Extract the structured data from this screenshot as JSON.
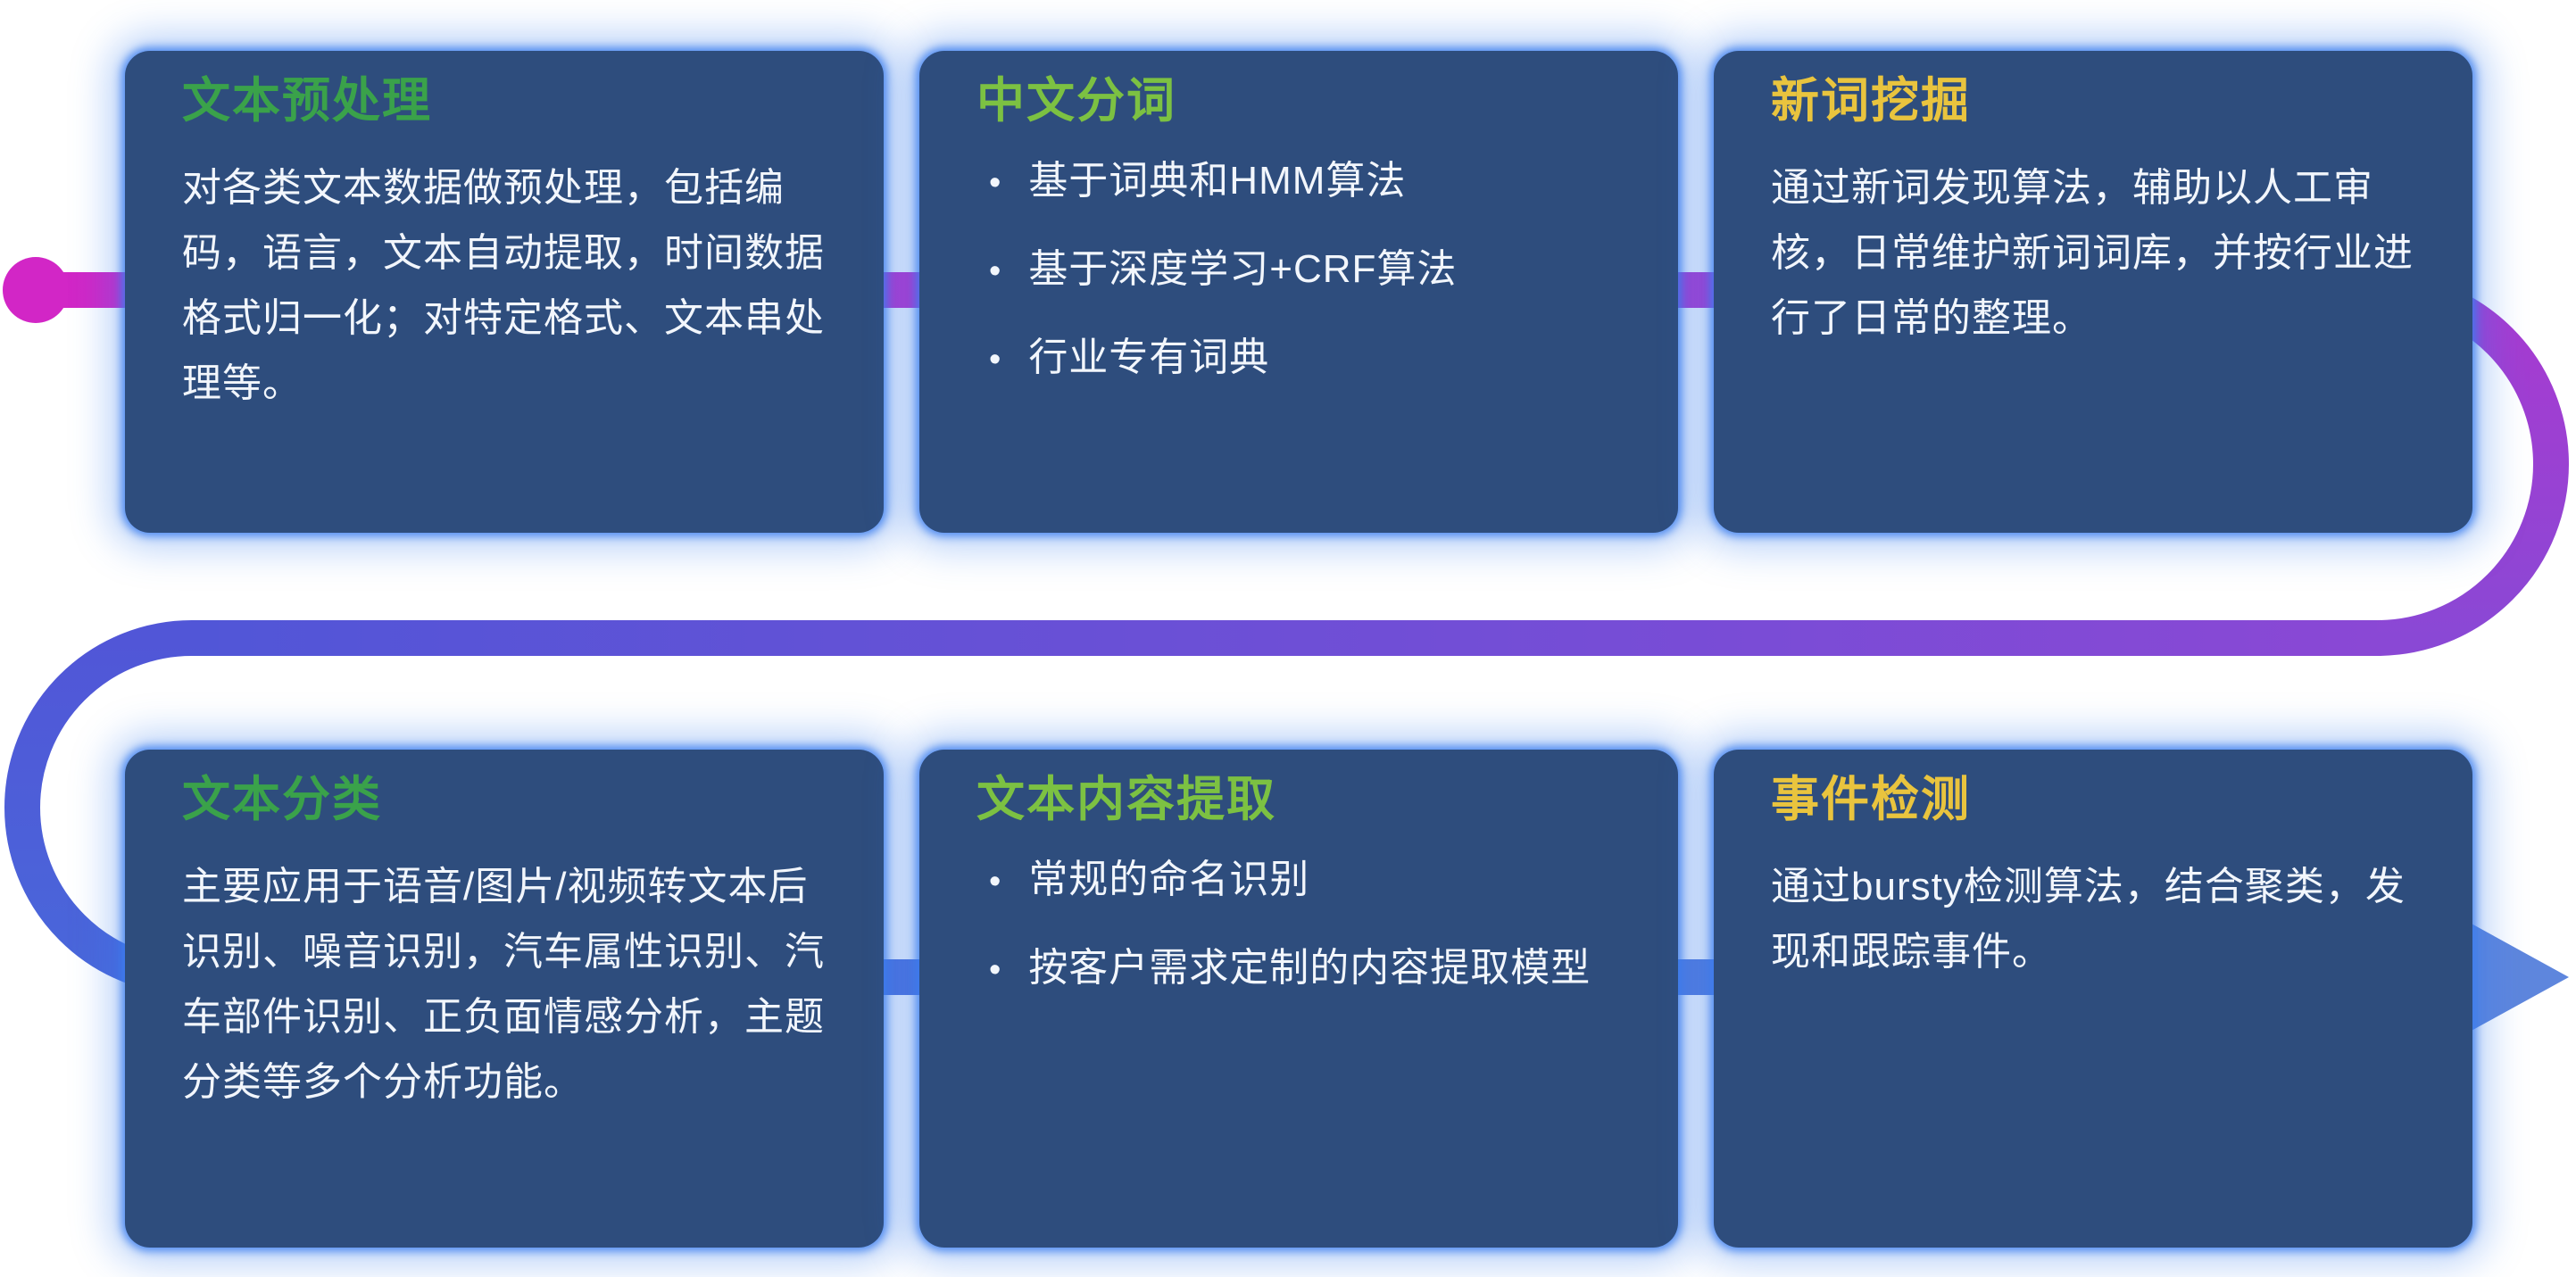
{
  "theme": {
    "page_bg": "#ffffff",
    "card_bg": "#2e4d7d",
    "card_glow": "#3a7dee",
    "body_text": "#f2f6fc"
  },
  "flow": {
    "dot_color": "#d226c6",
    "arrow_color": "#5e86dd",
    "gradients": {
      "top": [
        "#d226c6",
        "#a93ad0"
      ],
      "right_curve": [
        "#a93ad0",
        "#8a48d5"
      ],
      "middle": [
        "#8a48d5",
        "#5156d7"
      ],
      "left_curve": [
        "#5156d7",
        "#4967da"
      ],
      "bottom": [
        "#4967da",
        "#5e86dd"
      ]
    }
  },
  "cards": [
    {
      "title": "文本预处理",
      "title_color": "#3aa24a",
      "body": "对各类文本数据做预处理，包括编码，语言，文本自动提取，时间数据格式归一化；对特定格式、文本串处理等。"
    },
    {
      "title": "中文分词",
      "title_color": "#7cc142",
      "bullets": [
        "基于词典和HMM算法",
        "基于深度学习+CRF算法",
        "行业专有词典"
      ]
    },
    {
      "title": "新词挖掘",
      "title_color": "#e9c43e",
      "body": "通过新词发现算法，辅助以人工审核，日常维护新词词库，并按行业进行了日常的整理。"
    },
    {
      "title": "文本分类",
      "title_color": "#3aa24a",
      "body": "主要应用于语音/图片/视频转文本后识别、噪音识别，汽车属性识别、汽车部件识别、正负面情感分析，主题分类等多个分析功能。"
    },
    {
      "title": "文本内容提取",
      "title_color": "#7cc142",
      "bullets": [
        "常规的命名识别",
        "按客户需求定制的内容提取模型"
      ]
    },
    {
      "title": "事件检测",
      "title_color": "#e9c43e",
      "body": "通过bursty检测算法，结合聚类，发现和跟踪事件。"
    }
  ]
}
